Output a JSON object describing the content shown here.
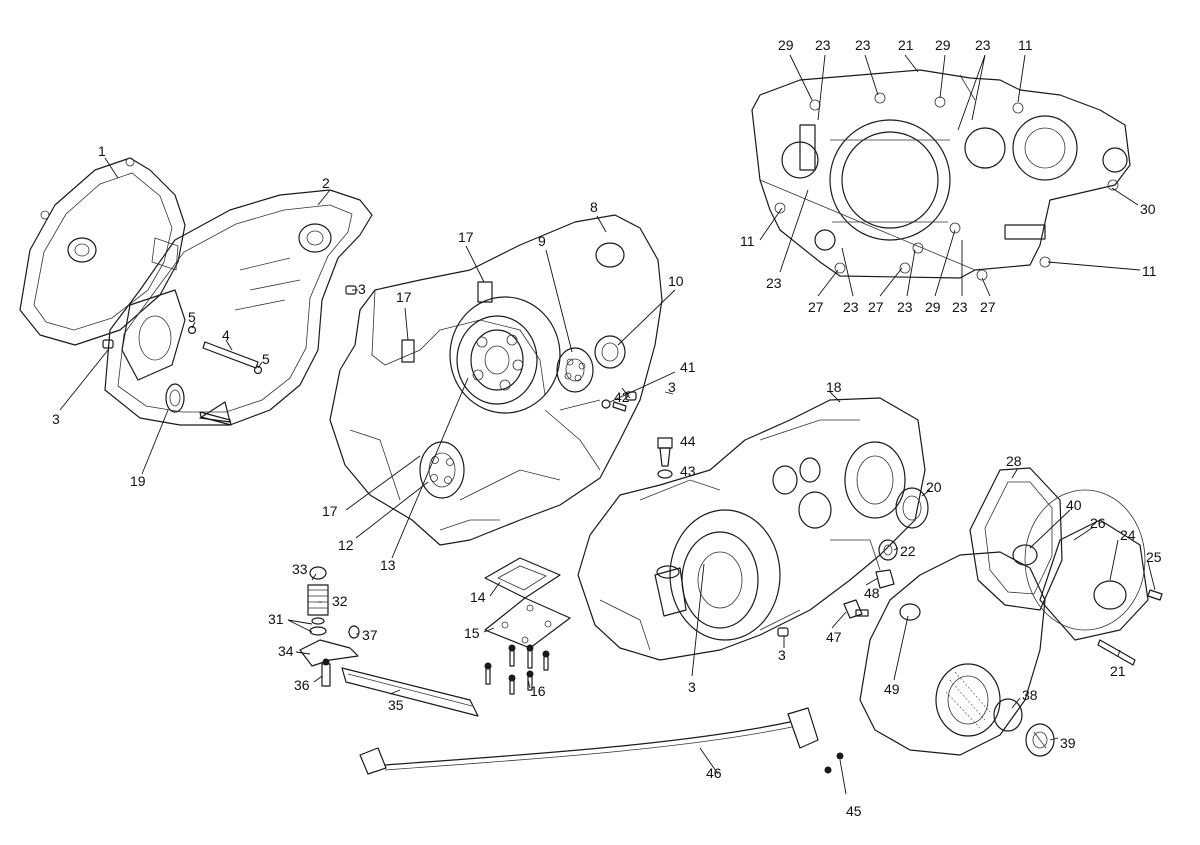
{
  "callouts": [
    {
      "id": "c1",
      "text": "1"
    },
    {
      "id": "c2",
      "text": "2"
    },
    {
      "id": "c3a",
      "text": "3"
    },
    {
      "id": "c3b",
      "text": "3"
    },
    {
      "id": "c3c",
      "text": "3"
    },
    {
      "id": "c3d",
      "text": "3"
    },
    {
      "id": "c3e",
      "text": "3"
    },
    {
      "id": "c4",
      "text": "4"
    },
    {
      "id": "c5a",
      "text": "5"
    },
    {
      "id": "c5b",
      "text": "5"
    },
    {
      "id": "c8",
      "text": "8"
    },
    {
      "id": "c9",
      "text": "9"
    },
    {
      "id": "c10",
      "text": "10"
    },
    {
      "id": "c11a",
      "text": "11"
    },
    {
      "id": "c11b",
      "text": "11"
    },
    {
      "id": "c11c",
      "text": "11"
    },
    {
      "id": "c12",
      "text": "12"
    },
    {
      "id": "c13",
      "text": "13"
    },
    {
      "id": "c14",
      "text": "14"
    },
    {
      "id": "c15",
      "text": "15"
    },
    {
      "id": "c16",
      "text": "16"
    },
    {
      "id": "c17a",
      "text": "17"
    },
    {
      "id": "c17b",
      "text": "17"
    },
    {
      "id": "c17c",
      "text": "17"
    },
    {
      "id": "c18",
      "text": "18"
    },
    {
      "id": "c19",
      "text": "19"
    },
    {
      "id": "c20",
      "text": "20"
    },
    {
      "id": "c21a",
      "text": "21"
    },
    {
      "id": "c21b",
      "text": "21"
    },
    {
      "id": "c22",
      "text": "22"
    },
    {
      "id": "c23a",
      "text": "23"
    },
    {
      "id": "c23b",
      "text": "23"
    },
    {
      "id": "c23c",
      "text": "23"
    },
    {
      "id": "c23d",
      "text": "23"
    },
    {
      "id": "c23e",
      "text": "23"
    },
    {
      "id": "c23f",
      "text": "23"
    },
    {
      "id": "c23g",
      "text": "23"
    },
    {
      "id": "c24",
      "text": "24"
    },
    {
      "id": "c25",
      "text": "25"
    },
    {
      "id": "c26",
      "text": "26"
    },
    {
      "id": "c27a",
      "text": "27"
    },
    {
      "id": "c27b",
      "text": "27"
    },
    {
      "id": "c27c",
      "text": "27"
    },
    {
      "id": "c28",
      "text": "28"
    },
    {
      "id": "c29a",
      "text": "29"
    },
    {
      "id": "c29b",
      "text": "29"
    },
    {
      "id": "c29c",
      "text": "29"
    },
    {
      "id": "c30",
      "text": "30"
    },
    {
      "id": "c31",
      "text": "31"
    },
    {
      "id": "c32",
      "text": "32"
    },
    {
      "id": "c33",
      "text": "33"
    },
    {
      "id": "c34",
      "text": "34"
    },
    {
      "id": "c35",
      "text": "35"
    },
    {
      "id": "c36",
      "text": "36"
    },
    {
      "id": "c37",
      "text": "37"
    },
    {
      "id": "c38",
      "text": "38"
    },
    {
      "id": "c39",
      "text": "39"
    },
    {
      "id": "c40",
      "text": "40"
    },
    {
      "id": "c41",
      "text": "41"
    },
    {
      "id": "c42",
      "text": "42"
    },
    {
      "id": "c43",
      "text": "43"
    },
    {
      "id": "c44",
      "text": "44"
    },
    {
      "id": "c45",
      "text": "45"
    },
    {
      "id": "c46",
      "text": "46"
    },
    {
      "id": "c47",
      "text": "47"
    },
    {
      "id": "c48",
      "text": "48"
    },
    {
      "id": "c49",
      "text": "49"
    }
  ],
  "colors": {
    "line": "#1a1a1a",
    "background": "#ffffff"
  }
}
